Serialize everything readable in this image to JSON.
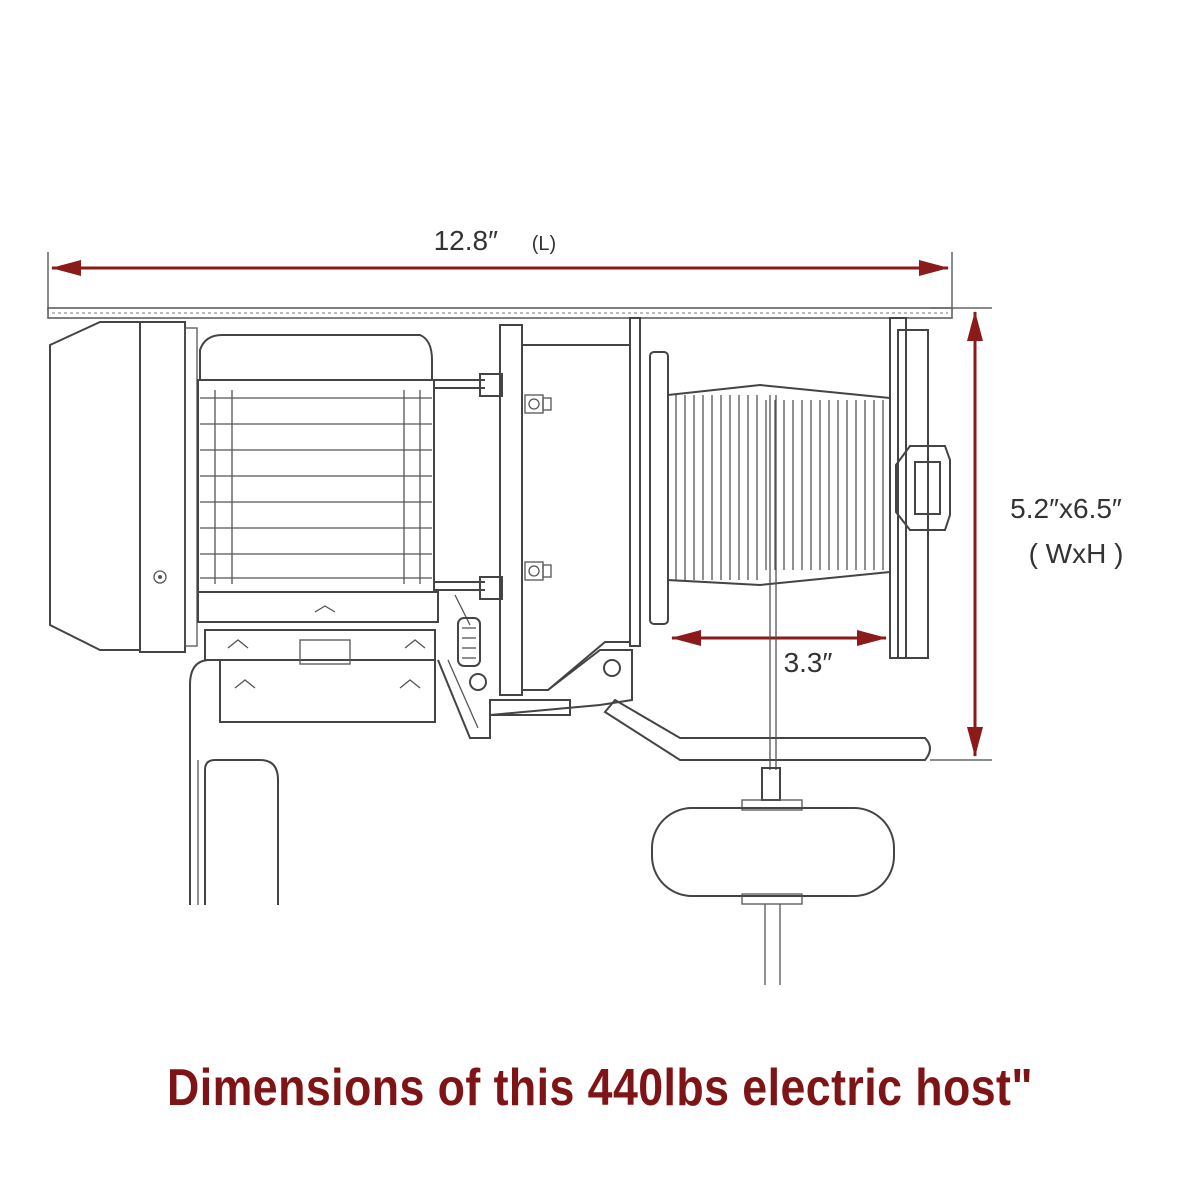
{
  "dimensions": {
    "length_value": "12.8″",
    "length_unit": "(L)",
    "width_height": "5.2″x6.5″",
    "width_height_note": "( WxH )",
    "drum": "3.3″"
  },
  "caption": "Dimensions of this 440lbs electric host\"",
  "colors": {
    "arrow": "#8b1a1a",
    "caption": "#7f1416",
    "drawing": "#444444"
  }
}
